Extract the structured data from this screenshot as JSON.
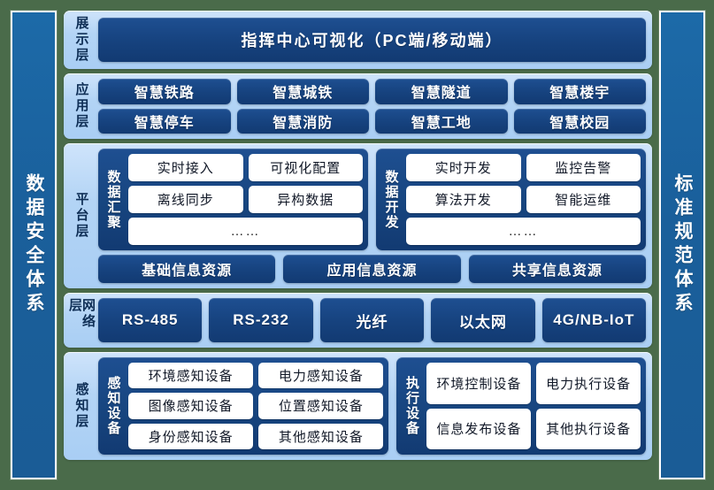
{
  "sides": {
    "left": {
      "label": "数据安全体系",
      "name": "data-security-system"
    },
    "right": {
      "label": "标准规范体系",
      "name": "standard-specification-system"
    }
  },
  "colors": {
    "background": "#4a6b4a",
    "band": "#1a5f9b",
    "layer_panel": "#b3d4f5",
    "pill_dark": "#16427e",
    "cell_white": "#ffffff",
    "layer_label_text": "#0f2f56"
  },
  "layers": [
    {
      "id": "display",
      "label": "展示层",
      "items": [
        "指挥中心可视化（PC端/移动端）"
      ]
    },
    {
      "id": "application",
      "label": "应用层",
      "rows": [
        [
          "智慧铁路",
          "智慧城铁",
          "智慧隧道",
          "智慧楼宇"
        ],
        [
          "智慧停车",
          "智慧消防",
          "智慧工地",
          "智慧校园"
        ]
      ]
    },
    {
      "id": "platform",
      "label": "平台层",
      "groups": [
        {
          "title": "数据汇聚",
          "rows": [
            [
              "实时接入",
              "可视化配置"
            ],
            [
              "离线同步",
              "异构数据"
            ]
          ],
          "more": "……"
        },
        {
          "title": "数据开发",
          "rows": [
            [
              "实时开发",
              "监控告警"
            ],
            [
              "算法开发",
              "智能运维"
            ]
          ],
          "more": "……"
        }
      ],
      "resources": [
        "基础信息资源",
        "应用信息资源",
        "共享信息资源"
      ]
    },
    {
      "id": "network",
      "label": "网络层",
      "items": [
        "RS-485",
        "RS-232",
        "光纤",
        "以太网",
        "4G/NB-IoT"
      ]
    },
    {
      "id": "perception",
      "label": "感知层",
      "groups": [
        {
          "title": "感知设备",
          "rows": [
            [
              "环境感知设备",
              "电力感知设备"
            ],
            [
              "图像感知设备",
              "位置感知设备"
            ],
            [
              "身份感知设备",
              "其他感知设备"
            ]
          ]
        },
        {
          "title": "执行设备",
          "rows": [
            [
              "环境控制设备",
              "电力执行设备"
            ],
            [
              "信息发布设备",
              "其他执行设备"
            ]
          ]
        }
      ]
    }
  ]
}
